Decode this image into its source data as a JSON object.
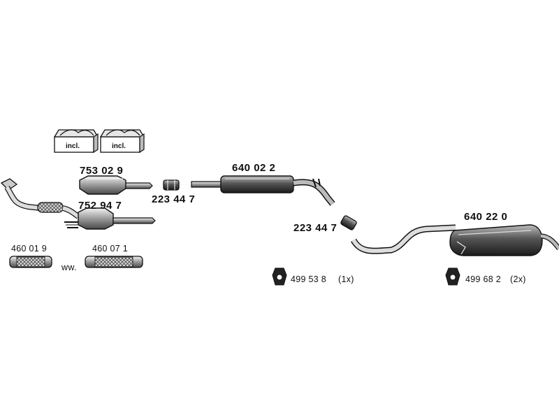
{
  "parts": {
    "catalytic_converter_1": "753 02 9",
    "catalytic_converter_2": "752 94 7",
    "clamp_1": "223 44 7",
    "clamp_2": "223 44 7",
    "middle_silencer": "640 02 2",
    "rear_silencer": "640 22 0",
    "flex_pipe_1": "460 01 9",
    "flex_pipe_2": "460 07 1",
    "rubber_mount_1": "499 53 8",
    "rubber_mount_2": "499 68 2"
  },
  "quantities": {
    "rubber_mount_1": "(1x)",
    "rubber_mount_2": "(2x)"
  },
  "notes": {
    "alternative": "ww.",
    "kit_included_1": "incl.",
    "kit_included_2": "incl."
  }
}
